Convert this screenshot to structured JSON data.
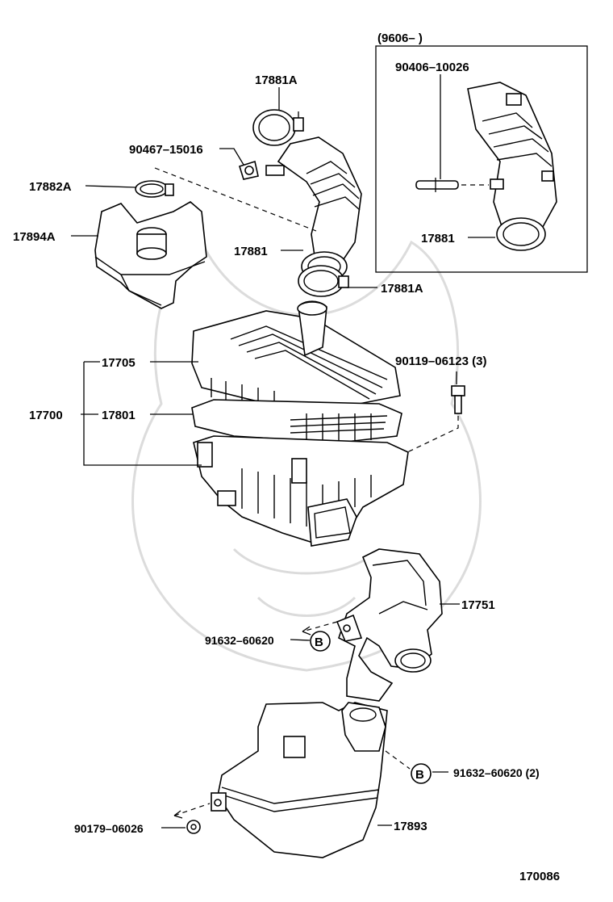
{
  "diagram_code": "170086",
  "inset": {
    "date_range": "(9606–      )"
  },
  "labels": {
    "clamp_top": "17881A",
    "clamp_bottom": "17881A",
    "hose": "17881",
    "hose_inset": "17881",
    "hose_clip": "90467–15016",
    "inset_clip": "90406–10026",
    "band": "17882A",
    "resonator": "17894A",
    "cap": "17705",
    "assembly": "17700",
    "element": "17801",
    "bolt": "90119–06123 (3)",
    "inlet": "17751",
    "inlet_bolt": "91632–60620",
    "lower_bolt": "91632–60620 (2)",
    "nut": "90179–06026",
    "lower_duct": "17893"
  },
  "callouts": {
    "b1": "B",
    "b2": "B"
  }
}
